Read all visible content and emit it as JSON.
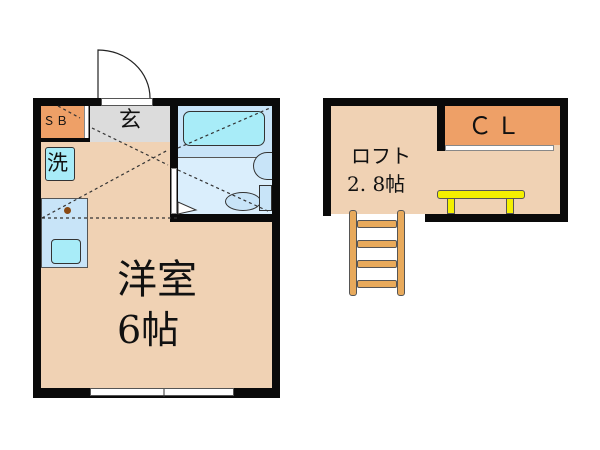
{
  "floorplan": {
    "main_unit": {
      "rooms": {
        "sb": {
          "label": "ＳＢ"
        },
        "entrance": {
          "label": "玄"
        },
        "washer": {
          "label": "洗"
        },
        "western_room": {
          "label_line1": "洋室",
          "label_line2": "6帖"
        }
      }
    },
    "loft_unit": {
      "rooms": {
        "loft": {
          "label_line1": "ロフト",
          "label_line2": "2. 8帖"
        },
        "closet": {
          "label": "ＣＬ"
        }
      }
    },
    "colors": {
      "wall": "#0a0a0a",
      "room_floor": "#f0d2b4",
      "storage": "#eea067",
      "entrance_floor": "#dcdcdc",
      "bathroom": "#c8e4f8",
      "fixture": "#a8ecf8",
      "ladder": "#e8aa5c",
      "bench": "#f4f000"
    }
  }
}
